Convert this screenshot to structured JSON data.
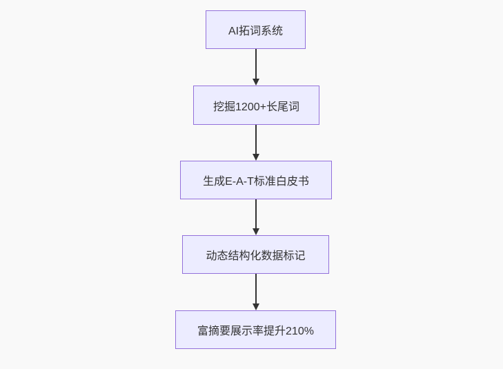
{
  "diagram": {
    "type": "flowchart",
    "direction": "top-down",
    "nodes": [
      {
        "id": "n1",
        "label": "AI拓词系统"
      },
      {
        "id": "n2",
        "label": "挖掘1200+长尾词"
      },
      {
        "id": "n3",
        "label": "生成E-A-T标准白皮书"
      },
      {
        "id": "n4",
        "label": "动态结构化数据标记"
      },
      {
        "id": "n5",
        "label": "富摘要展示率提升210%"
      }
    ],
    "edges": [
      {
        "from": "n1",
        "to": "n2",
        "style": "arrow-down"
      },
      {
        "from": "n2",
        "to": "n3",
        "style": "arrow-down"
      },
      {
        "from": "n3",
        "to": "n4",
        "style": "arrow-down"
      },
      {
        "from": "n4",
        "to": "n5",
        "style": "arrow-down"
      }
    ],
    "colors": {
      "node_fill": "#ECECFF",
      "node_border": "#9370DB",
      "node_text": "#333333",
      "arrow": "#333333",
      "background": "#f9f9f9"
    }
  }
}
